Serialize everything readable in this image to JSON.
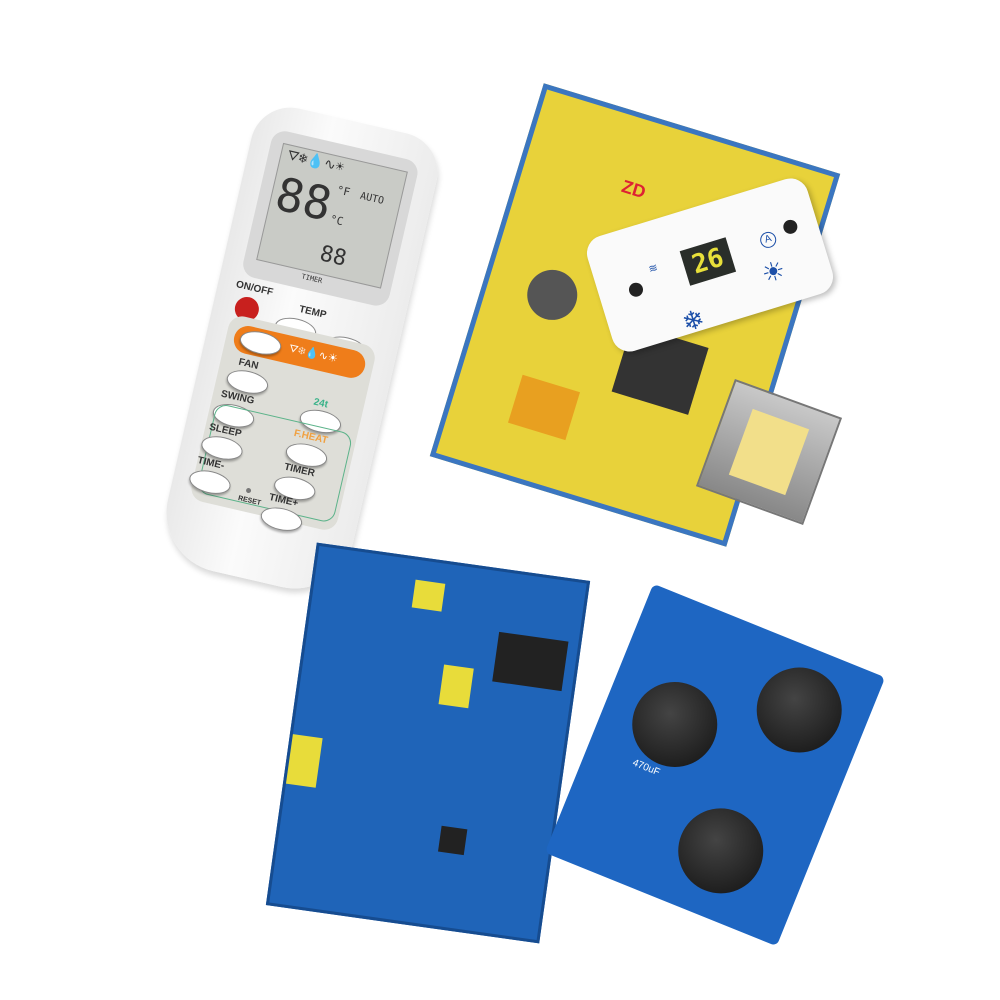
{
  "remote": {
    "lcd": {
      "big_digits": "88",
      "unit_f": "°F",
      "unit_c": "°C",
      "auto": "AUTO",
      "small_digits": "88",
      "timer": "TIMER"
    },
    "buttons": {
      "onoff": "ON/OFF",
      "temp": "TEMP",
      "fan": "FAN",
      "swing": "SWING",
      "h24": "24t",
      "fheat": "F.HEAT",
      "sleep": "SLEEP",
      "timer": "TIMER",
      "time_minus": "TIME-",
      "time_plus": "TIME+",
      "reset": "RESET"
    }
  },
  "display_panel": {
    "temperature": "26",
    "auto_icon": "A"
  },
  "yellow_board": {
    "marking": "ZD"
  },
  "cap_board": {
    "label": "470uF"
  },
  "colors": {
    "onoff": "#c8201e",
    "orange": "#ef7d1a",
    "pcb_blue": "#1f64b8",
    "pcb_yellow": "#e8d23a"
  }
}
